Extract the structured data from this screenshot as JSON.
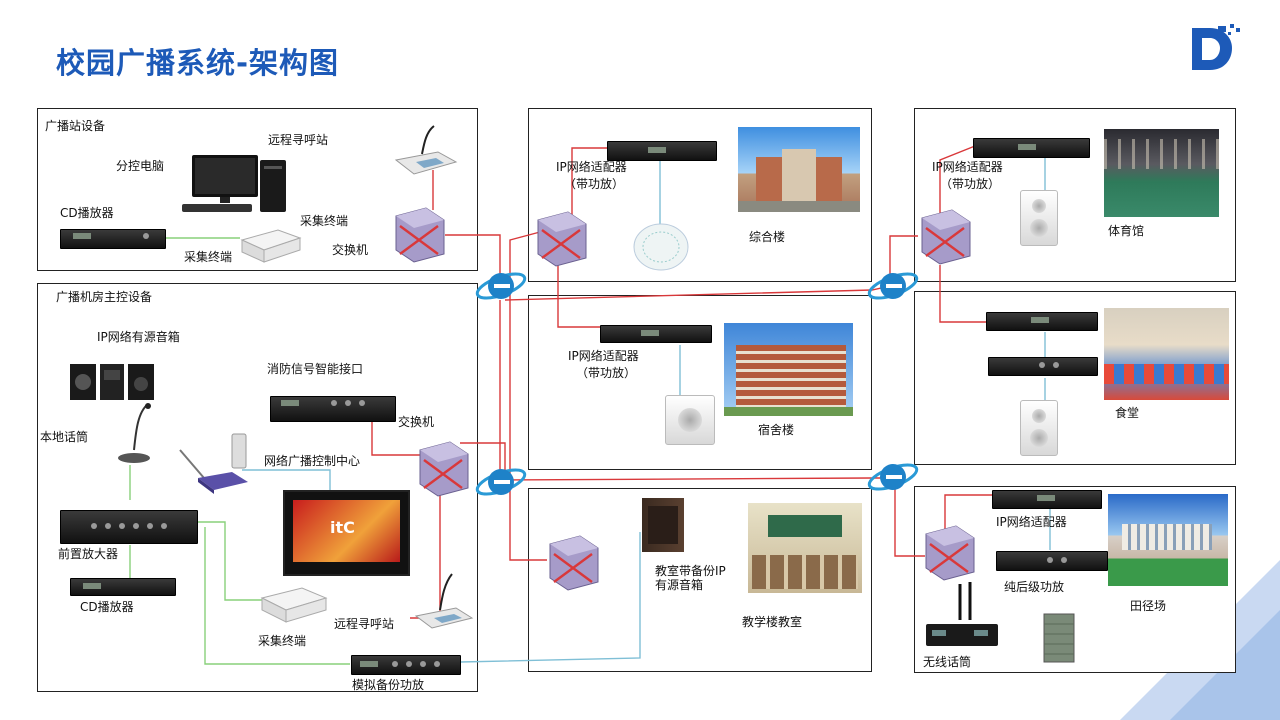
{
  "title": "校园广播系统-架构图",
  "colors": {
    "title": "#1d5ab8",
    "wire_red": "#d9383a",
    "wire_green": "#88d07a",
    "wire_blue": "#7fbfd6",
    "switch": "#9a8fc0",
    "accent": "#2060b0"
  },
  "panels": {
    "station": {
      "title": "广播站设备",
      "pc": "分控电脑",
      "remote_call": "远程寻呼站",
      "cd_player": "CD播放器",
      "terminal_a": "采集终端",
      "terminal_b": "采集终端",
      "switch": "交换机"
    },
    "control": {
      "title": "广播机房主控设备",
      "ip_speaker": "IP网络有源音箱",
      "fire_interface": "消防信号智能接口",
      "local_mic": "本地话筒",
      "switch": "交换机",
      "control_center": "网络广播控制中心",
      "preamp": "前置放大器",
      "cd_player": "CD播放器",
      "remote_call": "远程寻呼站",
      "terminal": "采集终端",
      "backup_amp": "模拟备份功放"
    },
    "zonghe": {
      "adapter_line1": "IP网络适配器",
      "adapter_line2": "（带功放）",
      "building": "综合楼"
    },
    "dorm": {
      "adapter_line1": "IP网络适配器",
      "adapter_line2": "（带功放）",
      "building": "宿舍楼"
    },
    "teaching": {
      "speaker_line1": "教室带备份IP",
      "speaker_line2": "有源音箱",
      "building": "教学楼教室"
    },
    "gym": {
      "adapter_line1": "IP网络适配器",
      "adapter_line2": "（带功放）",
      "building": "体育馆"
    },
    "canteen": {
      "building": "食堂"
    },
    "field": {
      "adapter": "IP网络适配器",
      "amp": "纯后级功放",
      "mic": "无线话筒",
      "building": "田径场"
    }
  },
  "screen_brand": "itC",
  "icons": [
    "logo-icon",
    "internet-icon",
    "switch-icon",
    "microphone-icon",
    "speaker-icon"
  ]
}
